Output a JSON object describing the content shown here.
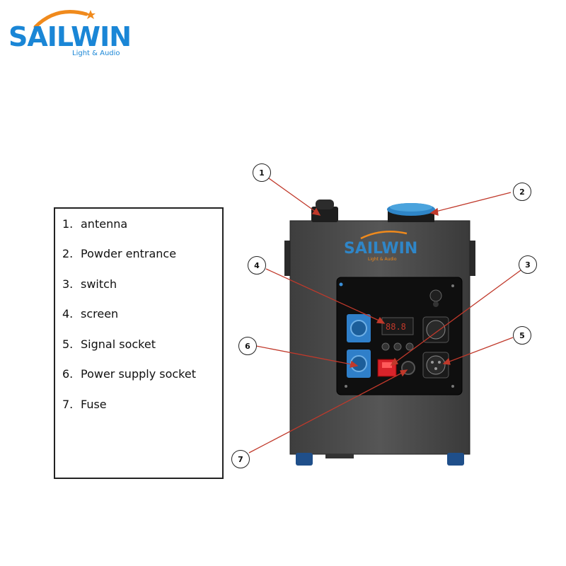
{
  "logo": {
    "word": "SAILWIN",
    "tagline": "Light & Audio"
  },
  "device_logo": {
    "word": "SAILWIN",
    "tagline": "Light & Audio"
  },
  "legend": {
    "items": [
      {
        "num": "1.",
        "label": "antenna"
      },
      {
        "num": "2.",
        "label": "Powder entrance"
      },
      {
        "num": "3.",
        "label": "switch"
      },
      {
        "num": "4.",
        "label": "screen"
      },
      {
        "num": "5.",
        "label": "Signal socket"
      },
      {
        "num": "6.",
        "label": "Power supply socket"
      },
      {
        "num": "7.",
        "label": "Fuse"
      }
    ]
  },
  "callouts": [
    "1",
    "2",
    "3",
    "4",
    "5",
    "6",
    "7"
  ],
  "colors": {
    "brand_blue": "#1a86d6",
    "brand_orange": "#f08a1c",
    "device_body": "#4a4a4a",
    "leader_line": "#c0392b",
    "socket_blue": "#2f7fc9",
    "switch_red": "#d8232a"
  }
}
